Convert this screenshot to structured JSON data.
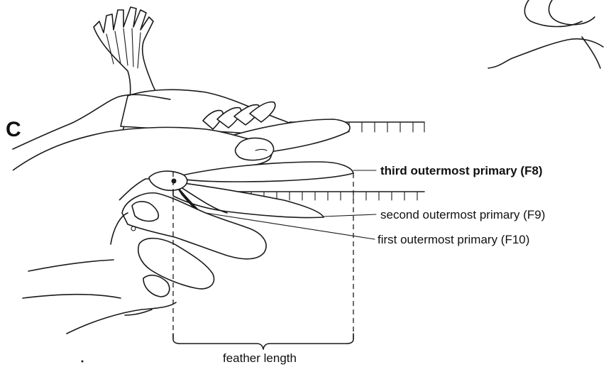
{
  "panel_letter": "C",
  "labels": {
    "f8": "third outermost primary (F8)",
    "f9": "second outermost primary (F9)",
    "f10": "first outermost primary (F10)",
    "feather_length": "feather length"
  }
}
